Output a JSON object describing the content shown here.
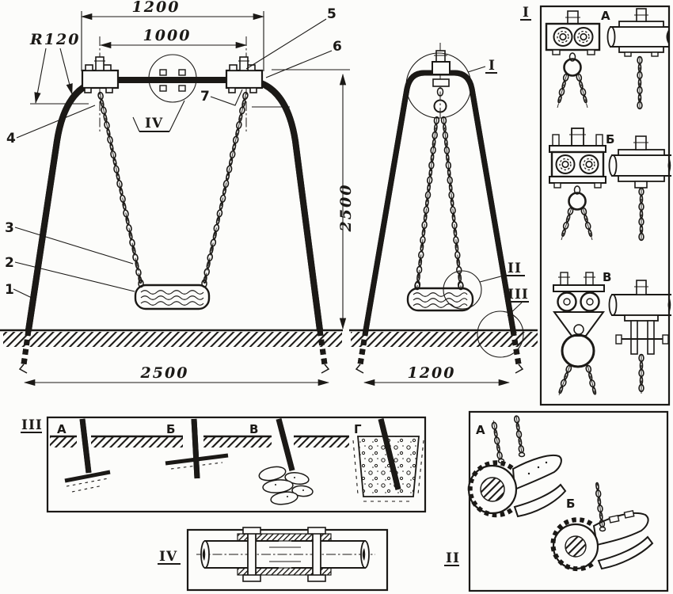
{
  "colors": {
    "ink": "#1b1916",
    "paper": "#fcfcfa"
  },
  "front_view": {
    "dim_top_width": "1200",
    "dim_hanger_spacing": "1000",
    "radius_label": "R120",
    "dim_base_width": "2500",
    "dim_height": "2500",
    "callout_1": "1",
    "callout_2": "2",
    "callout_3": "3",
    "callout_4": "4",
    "callout_5": "5",
    "callout_6": "6",
    "callout_7": "7",
    "detail_ref": "IV"
  },
  "side_view": {
    "dim_base_width": "1200",
    "detail_ref_top": "I",
    "detail_ref_seat": "II",
    "detail_ref_anchor": "III"
  },
  "detail_panel_suspension": {
    "ref": "I",
    "variant_1": "А",
    "variant_2": "Б",
    "variant_3": "В"
  },
  "detail_panel_anchoring": {
    "ref": "III",
    "variant_1": "А",
    "variant_2": "Б",
    "variant_3": "В",
    "variant_4": "Г"
  },
  "detail_panel_splice": {
    "ref": "IV"
  },
  "detail_panel_seat": {
    "ref": "II",
    "variant_1": "А",
    "variant_2": "Б"
  }
}
